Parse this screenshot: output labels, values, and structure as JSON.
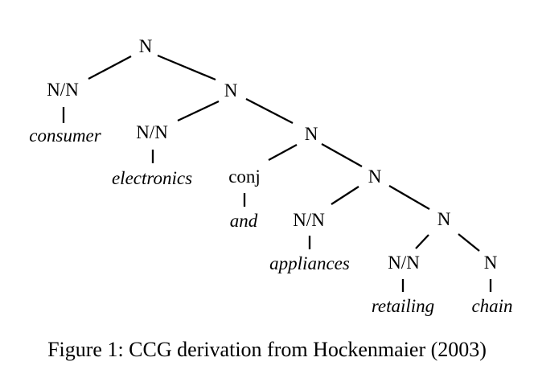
{
  "figure": {
    "caption": "Figure 1: CCG derivation from Hockenmaier (2003)"
  },
  "tree": {
    "type": "CCG derivation tree",
    "internal_nodes": [
      {
        "id": "root",
        "label": "N"
      },
      {
        "id": "n-level2",
        "label": "N"
      },
      {
        "id": "n-level3",
        "label": "N"
      },
      {
        "id": "n-level4",
        "label": "N"
      },
      {
        "id": "n-level5",
        "label": "N"
      }
    ],
    "preterminals": [
      {
        "category": "N/N",
        "word": "consumer"
      },
      {
        "category": "N/N",
        "word": "electronics"
      },
      {
        "category": "conj",
        "word": "and"
      },
      {
        "category": "N/N",
        "word": "appliances"
      },
      {
        "category": "N/N",
        "word": "retailing"
      },
      {
        "category": "N",
        "word": "chain"
      }
    ]
  },
  "colors": {
    "ink": "#000000",
    "background": "#ffffff"
  }
}
